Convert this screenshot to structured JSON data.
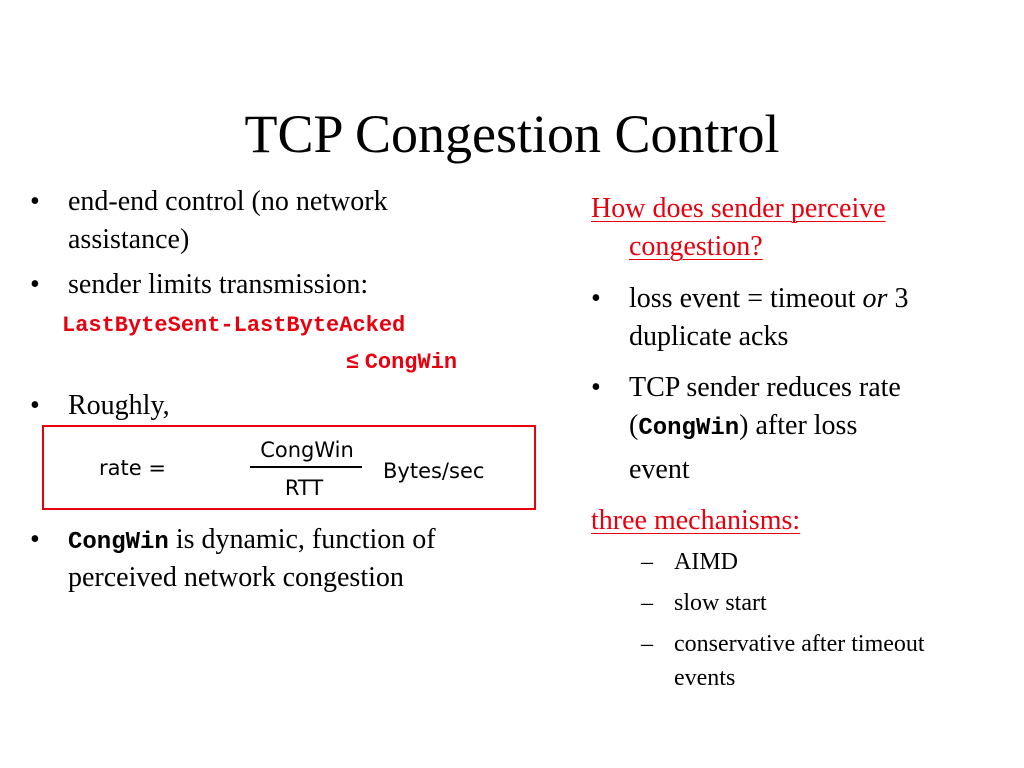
{
  "slide": {
    "title": "TCP Congestion Control"
  },
  "left": {
    "b1": {
      "bullet": "•",
      "line1": "end-end control (no network",
      "line2": "assistance)"
    },
    "b2": {
      "bullet": "•",
      "text": "sender limits transmission:"
    },
    "code1": "LastByteSent-LastByteAcked",
    "code2_sym": "≤",
    "code2": "CongWin",
    "b3": {
      "bullet": "•",
      "text": "Roughly,"
    },
    "formula": {
      "lhs": "rate =",
      "numerator": "CongWin",
      "denominator": "RTT",
      "unit": "Bytes/sec"
    },
    "b4": {
      "bullet": "•",
      "code": "CongWin",
      "rest": " is dynamic, function of",
      "line2": "perceived network congestion"
    }
  },
  "right": {
    "q_line1": "How does  sender perceive",
    "q_line2": "congestion?",
    "b1": {
      "bullet": "•",
      "pre": "loss event = timeout ",
      "em": "or",
      "post": " 3",
      "line2": "duplicate acks"
    },
    "b2": {
      "bullet": "•",
      "line1": "TCP sender reduces rate",
      "open": "(",
      "code": "CongWin",
      "close": ") after loss",
      "line3": "event"
    },
    "mech_heading": "three mechanisms:",
    "sub": [
      {
        "dash": "–",
        "text": "AIMD"
      },
      {
        "dash": "–",
        "text": "slow start"
      },
      {
        "dash": "–",
        "line1": "conservative after timeout",
        "line2": "events"
      }
    ]
  }
}
